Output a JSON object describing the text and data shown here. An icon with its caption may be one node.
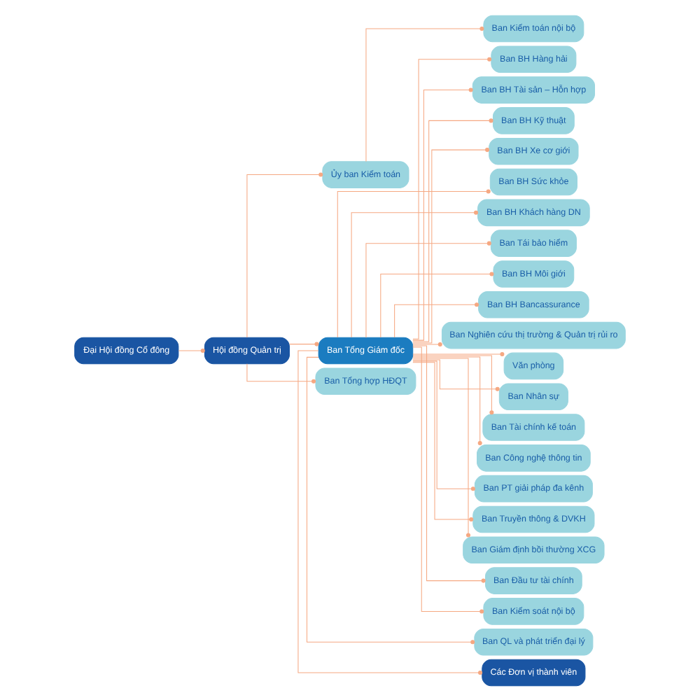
{
  "diagram": {
    "nodes": [
      {
        "text": [
          "Đại Hội đồng Cổ đông"
        ]
      },
      {
        "text": [
          "Hội đồng Quản trị"
        ]
      },
      {
        "text": [
          "Ủy ban Kiểm toán"
        ]
      },
      {
        "text": [
          "Ban Kiểm toán nội bộ"
        ]
      },
      {
        "text": [
          "Ban Tổng Giám đốc"
        ]
      },
      {
        "text": [
          "Ban Tổng hợp HĐQT"
        ]
      },
      {
        "text": [
          "Ban BH Hàng hải"
        ]
      },
      {
        "text": [
          "Ban BH Tài sản – Hỗn hợp"
        ]
      },
      {
        "text": [
          "Ban BH Kỹ thuật"
        ]
      },
      {
        "text": [
          "Ban BH Xe cơ giới"
        ]
      },
      {
        "text": [
          "Ban BH Sức khỏe"
        ]
      },
      {
        "text": [
          "Ban BH Khách hàng DN"
        ]
      },
      {
        "text": [
          "Ban Tái bảo hiểm"
        ]
      },
      {
        "text": [
          "Ban BH Môi giới"
        ]
      },
      {
        "text": [
          "Ban BH Bancassurance"
        ]
      },
      {
        "text": [
          "Ban Nghiên cứu thị trường & Quản trị rủi ro"
        ]
      },
      {
        "text": [
          "Văn phòng"
        ]
      },
      {
        "text": [
          "Ban Nhân sự"
        ]
      },
      {
        "text": [
          "Ban Tài chính kế toán"
        ]
      },
      {
        "text": [
          "Ban Công nghệ thông tin"
        ]
      },
      {
        "text": [
          "Ban PT giải pháp đa kênh"
        ]
      },
      {
        "text": [
          "Ban Truyền thông & DVKH"
        ]
      },
      {
        "text": [
          "Ban Giám định bồi thường XCG"
        ]
      },
      {
        "text": [
          "Ban Đầu tư tài chính"
        ]
      },
      {
        "text": [
          "Ban Kiểm soát nội bộ"
        ]
      },
      {
        "text": [
          "Ban QL và phát triển đại lý"
        ]
      },
      {
        "text": [
          "Các Đơn vị thành viên"
        ]
      }
    ],
    "edges": [
      {
        "from": 0,
        "to": 1,
        "arrow": "other"
      },
      {
        "from": 1,
        "to": 2,
        "arrow": "other"
      },
      {
        "from": 2,
        "to": 3,
        "arrow": "other"
      },
      {
        "from": 1,
        "to": 4,
        "arrow": "other"
      },
      {
        "from": 1,
        "to": 5,
        "arrow": "other"
      },
      {
        "from": 4,
        "to": 6,
        "arrow": "other"
      },
      {
        "from": 4,
        "to": 7,
        "arrow": "other"
      },
      {
        "from": 4,
        "to": 8,
        "arrow": "other"
      },
      {
        "from": 4,
        "to": 9,
        "arrow": "other"
      },
      {
        "from": 4,
        "to": 10,
        "arrow": "other"
      },
      {
        "from": 4,
        "to": 11,
        "arrow": "other"
      },
      {
        "from": 4,
        "to": 12,
        "arrow": "other"
      },
      {
        "from": 4,
        "to": 13,
        "arrow": "other"
      },
      {
        "from": 4,
        "to": 14,
        "arrow": "other"
      },
      {
        "from": 4,
        "to": 15,
        "arrow": "other"
      },
      {
        "from": 4,
        "to": 16,
        "arrow": "other"
      },
      {
        "from": 4,
        "to": 17,
        "arrow": "other"
      },
      {
        "from": 4,
        "to": 18,
        "arrow": "other"
      },
      {
        "from": 4,
        "to": 19,
        "arrow": "other"
      },
      {
        "from": 4,
        "to": 20,
        "arrow": "other"
      },
      {
        "from": 4,
        "to": 21,
        "arrow": "other"
      },
      {
        "from": 4,
        "to": 22,
        "arrow": "other"
      },
      {
        "from": 4,
        "to": 23,
        "arrow": "other"
      },
      {
        "from": 4,
        "to": 24,
        "arrow": "other"
      },
      {
        "from": 4,
        "to": 25,
        "arrow": "other"
      },
      {
        "from": 4,
        "to": 26,
        "arrow": "other"
      }
    ]
  }
}
